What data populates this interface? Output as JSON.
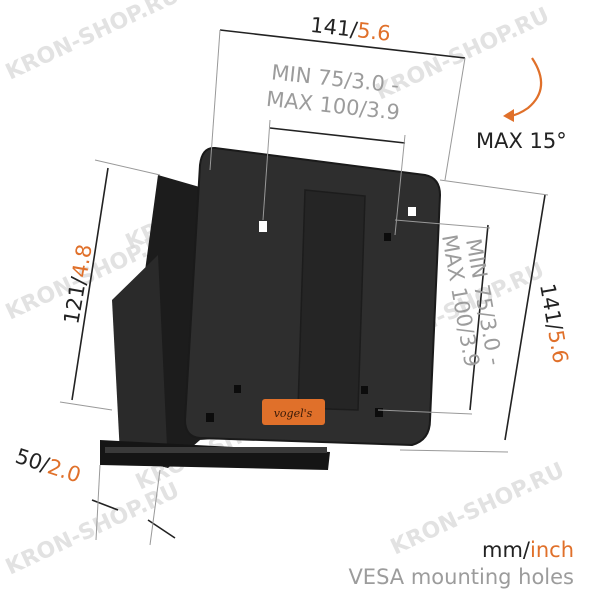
{
  "dimensions": {
    "top_width": {
      "mm": "141",
      "sep": "/",
      "inch": "5.6"
    },
    "right_height": {
      "mm": "141",
      "sep": "/",
      "inch": "5.6"
    },
    "left_height": {
      "mm": "121",
      "sep": "/",
      "inch": "4.8"
    },
    "depth": {
      "mm": "50",
      "sep": "/",
      "inch": "2.0"
    }
  },
  "vesa_horizontal": {
    "line1": "MIN 75/3.0 -",
    "line2": "MAX 100/3.9"
  },
  "vesa_vertical": {
    "line1": "MIN 75/3.0 -",
    "line2": "MAX 100/3.9"
  },
  "tilt": {
    "label": "MAX 15°"
  },
  "units": {
    "mm": "mm",
    "sep": "/",
    "inch": "inch"
  },
  "caption": "VESA mounting holes",
  "logo": {
    "text": "vogel's"
  },
  "watermark": "KRON-SHOP.RU",
  "colors": {
    "accent": "#e0702a",
    "dark": "#222222",
    "gray": "#9c9c9c"
  }
}
